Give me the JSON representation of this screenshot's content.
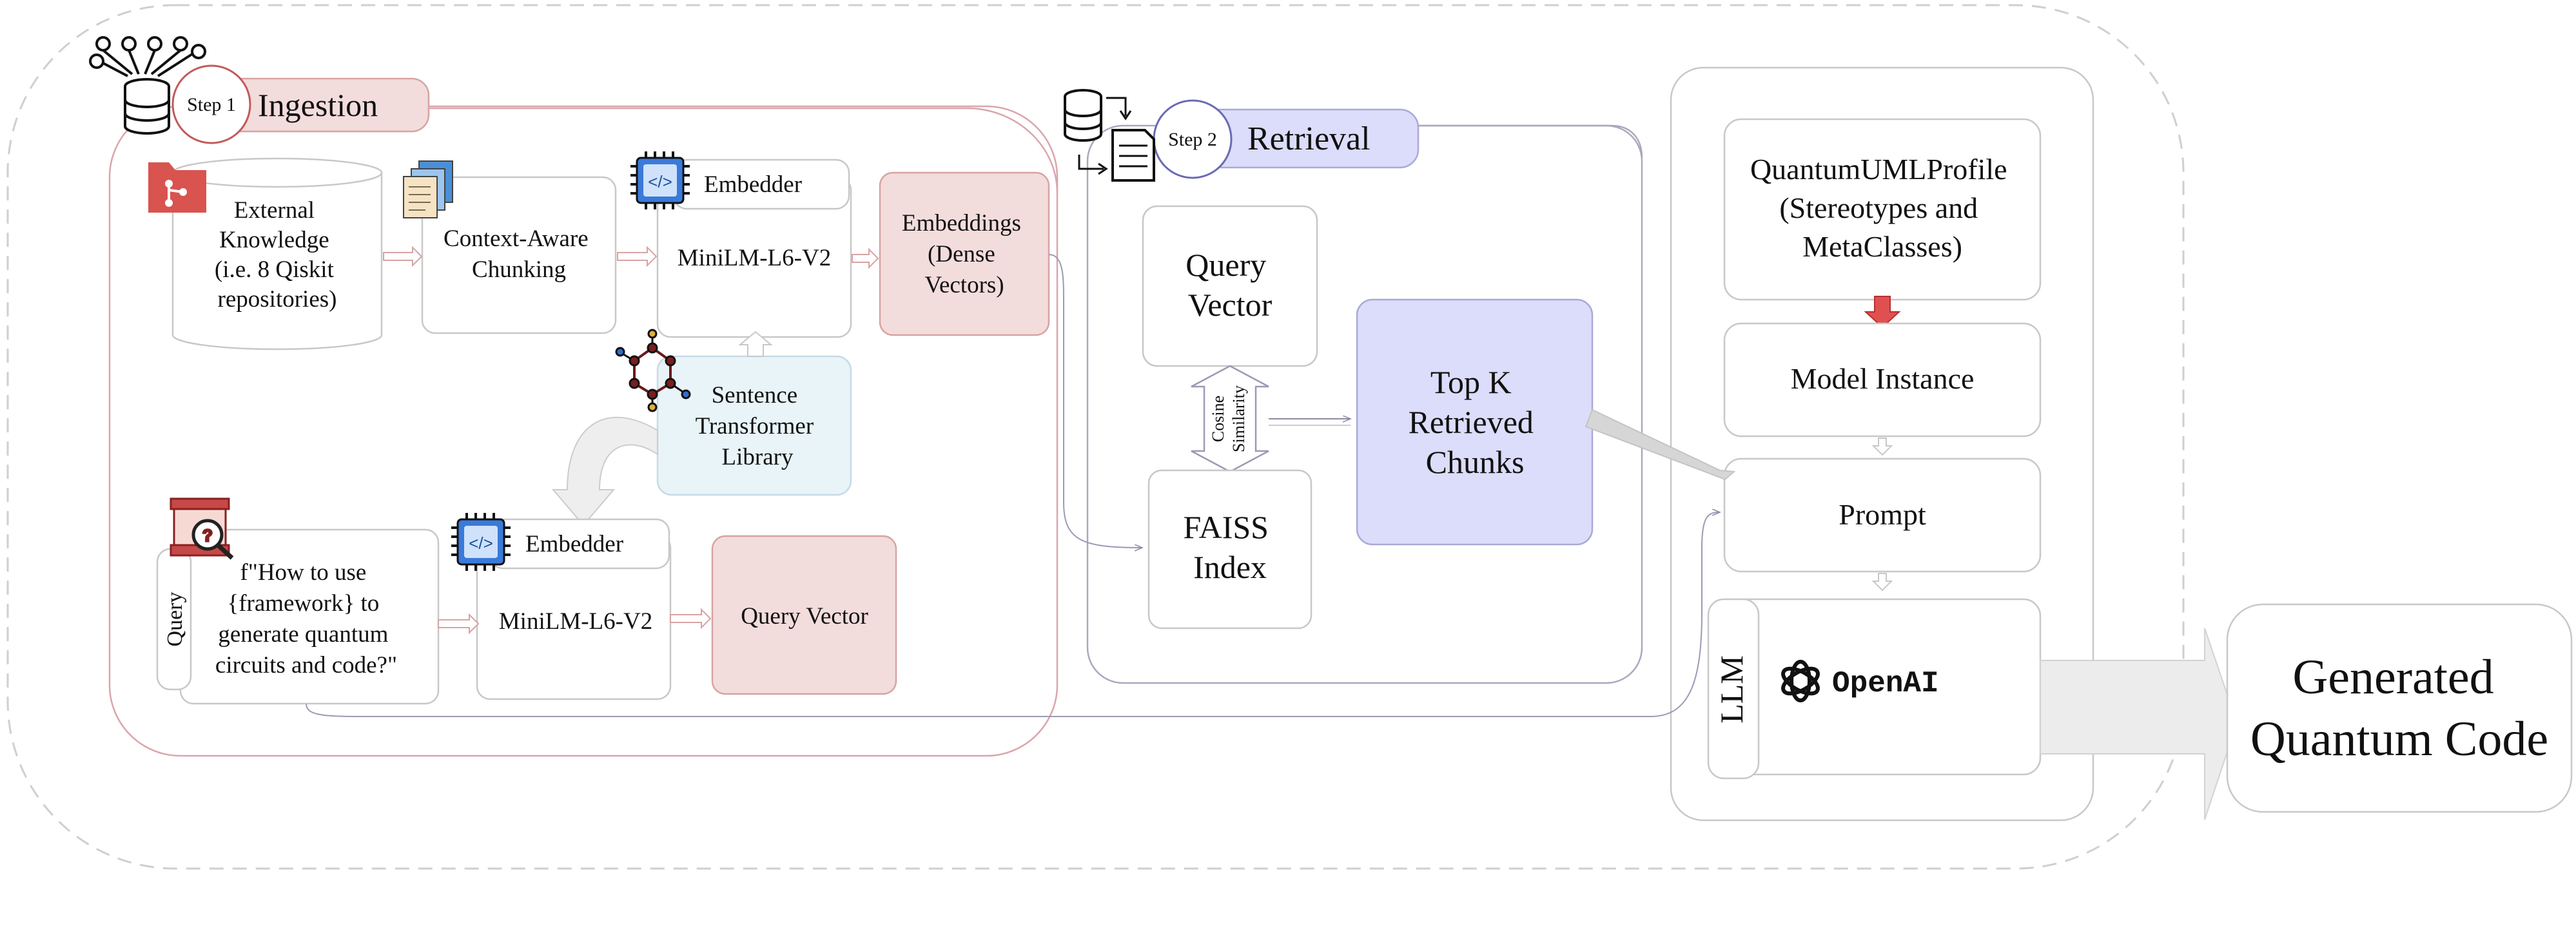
{
  "step1": {
    "badge": "Step 1",
    "title": "Ingestion"
  },
  "step2": {
    "badge": "Step 2",
    "title": "Retrieval"
  },
  "ingestion": {
    "external_knowledge": [
      "External",
      "Knowledge",
      "(i.e. 8 Qiskit",
      "repositories)"
    ],
    "chunking": [
      "Context-Aware",
      "Chunking"
    ],
    "embedder_label": "Embedder",
    "model_name": "MiniLM-L6-V2",
    "embeddings": [
      "Embeddings",
      "(Dense",
      "Vectors)"
    ],
    "sentence_transformer": [
      "Sentence",
      "Transformer",
      "Library"
    ],
    "query_side_label": "Query",
    "query_text": [
      "f\"How to use",
      "{framework} to",
      "generate quantum",
      "circuits and code?\""
    ],
    "query_embedder_label": "Embedder",
    "query_model_name": "MiniLM-L6-V2",
    "query_vector": "Query Vector"
  },
  "retrieval": {
    "query_vector": [
      "Query",
      "Vector"
    ],
    "similarity": [
      "Cosine",
      "Similarity"
    ],
    "faiss": [
      "FAISS",
      "Index"
    ],
    "top_k": [
      "Top K",
      "Retrieved",
      "Chunks"
    ]
  },
  "generation": {
    "profile": [
      "QuantumUMLProfile",
      "(Stereotypes and",
      "MetaClasses)"
    ],
    "model_instance": "Model Instance",
    "prompt": "Prompt",
    "llm_label": "LLM",
    "openai": "OpenAI"
  },
  "output": [
    "Generated",
    "Quantum Code"
  ],
  "colors": {
    "ingestion_accent": "#f3dcdc",
    "retrieval_accent": "#dcdcfb",
    "box_border": "#bdbdbd",
    "st_fill": "#e8f4f8",
    "chip_blue": "#3a7ad9"
  }
}
